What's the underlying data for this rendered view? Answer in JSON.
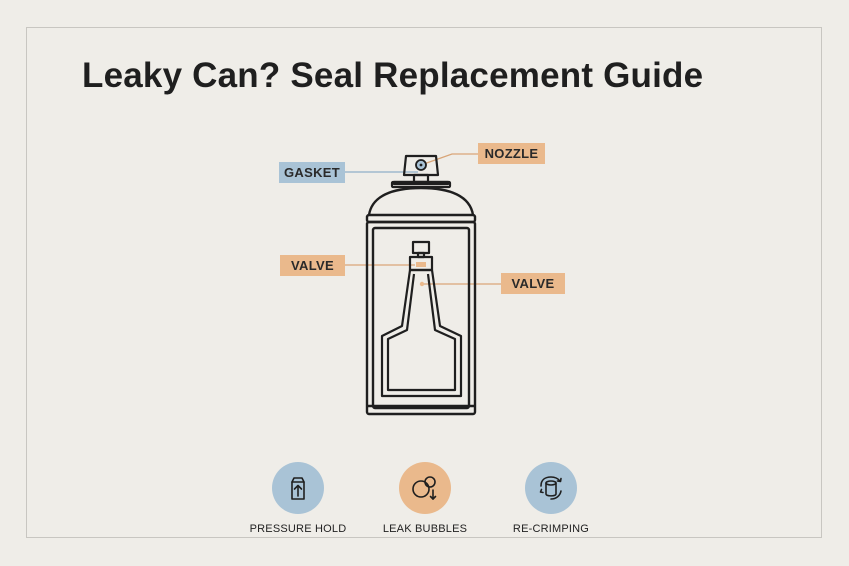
{
  "title": "Leaky Can? Seal Replacement Guide",
  "labels": {
    "gasket": "GASKET",
    "nozzle": "NOZZLE",
    "valve_left": "VALVE",
    "valve_right": "VALVE"
  },
  "icons": [
    {
      "name": "pressure-hold-icon",
      "label": "PRESSURE HOLD",
      "color": "#a9c3d6"
    },
    {
      "name": "leak-bubbles-icon",
      "label": "LEAK BUBBLES",
      "color": "#eab98c"
    },
    {
      "name": "re-crimping-icon",
      "label": "RE-CRIMPING",
      "color": "#a9c3d6"
    }
  ],
  "colors": {
    "blue_accent": "#a9c3d6",
    "orange_accent": "#eab98c",
    "line": "#1f1f1f",
    "background": "#efede8"
  }
}
